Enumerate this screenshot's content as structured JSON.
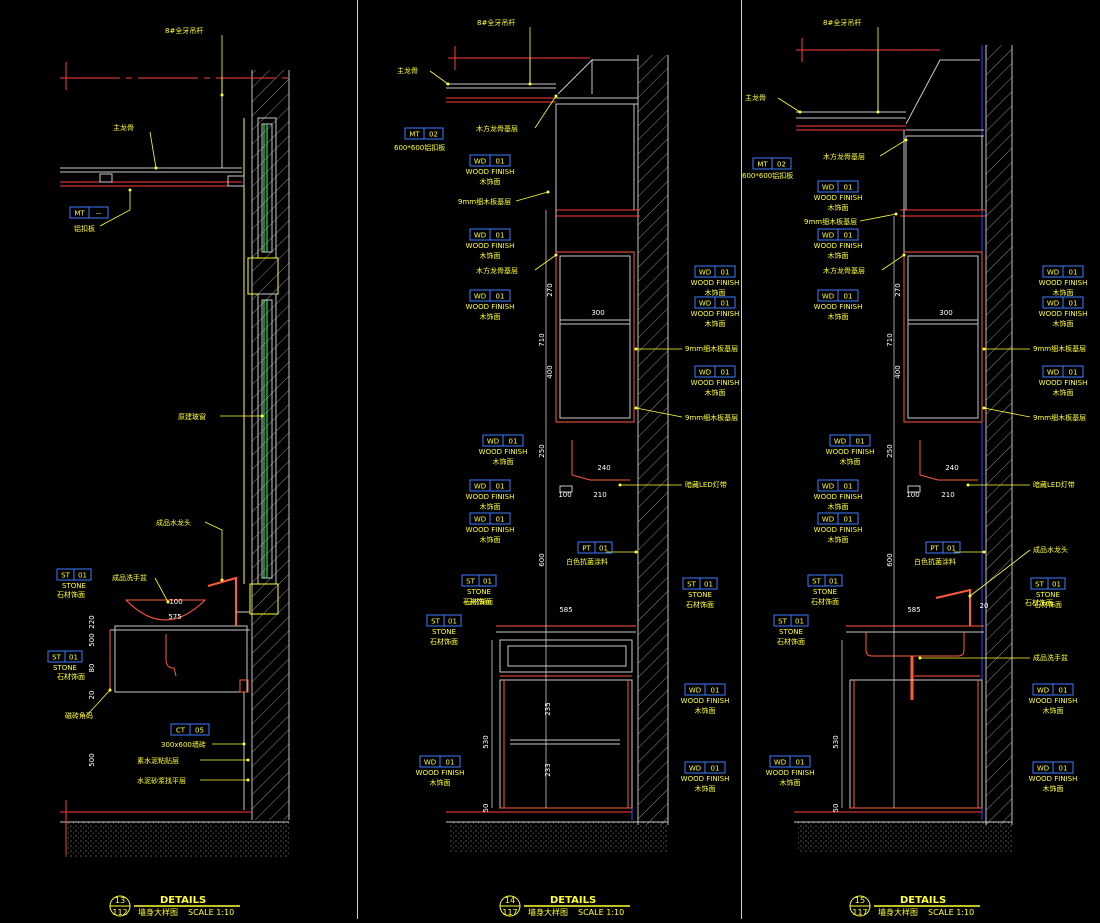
{
  "colors": {
    "background": "#000000",
    "leader": "#ffff33",
    "section_red": "#ff3b3b",
    "wall_gray": "#9a9a9a",
    "glass_green": "#33ff66",
    "tag_blue": "#3b7bff",
    "dimension": "#ffffff",
    "wall_blue": "#2a4bff"
  },
  "panels": [
    {
      "id": "d13",
      "title": "DETAILS",
      "subtitle": "墙身大样图",
      "scale": "SCALE 1:10",
      "bubble_top": "13",
      "bubble_bottom": "112",
      "notes": [
        "8#全牙吊杆",
        "主龙骨",
        "铝扣板",
        "原建玻窗",
        "成品水龙头",
        "成品洗手盆",
        "石材饰面",
        "石材饰面",
        "磁砖角码",
        "300x600墙砖",
        "素水泥粘贴层",
        "水泥砂浆找平层"
      ],
      "tags": [
        {
          "code": "MT",
          "num": "--"
        },
        {
          "code": "ST",
          "num": "01",
          "sub": "STONE"
        },
        {
          "code": "ST",
          "num": "01",
          "sub": "STONE"
        },
        {
          "code": "CT",
          "num": "05"
        }
      ],
      "dims": [
        "500",
        "575",
        "100",
        "500",
        "20",
        "80",
        "220"
      ]
    },
    {
      "id": "d14",
      "title": "DETAILS",
      "subtitle": "墙身大样图",
      "scale": "SCALE 1:10",
      "bubble_top": "14",
      "bubble_bottom": "117",
      "notes": [
        "8#全牙吊杆",
        "主龙骨",
        "600*600铝扣板",
        "木方龙骨基层",
        "9mm细木板基层",
        "木方龙骨基层",
        "9mm细木板基层",
        "9mm细木板基层",
        "暗藏LED灯带",
        "白色抗菌涂料",
        "石材饰面"
      ],
      "tags": [
        {
          "code": "MT",
          "num": "02"
        },
        {
          "code": "WD",
          "num": "01",
          "sub": "WOOD FINISH",
          "cn": "木饰面"
        },
        {
          "code": "WD",
          "num": "01",
          "sub": "WOOD FINISH",
          "cn": "木饰面"
        },
        {
          "code": "WD",
          "num": "01",
          "sub": "WOOD FINISH",
          "cn": "木饰面"
        },
        {
          "code": "WD",
          "num": "01",
          "sub": "WOOD FINISH",
          "cn": "木饰面"
        },
        {
          "code": "WD",
          "num": "01",
          "sub": "WOOD FINISH",
          "cn": "木饰面"
        },
        {
          "code": "WD",
          "num": "01",
          "sub": "WOOD FINISH",
          "cn": "木饰面"
        },
        {
          "code": "WD",
          "num": "01",
          "sub": "WOOD FINISH",
          "cn": "木饰面"
        },
        {
          "code": "PT",
          "num": "01"
        },
        {
          "code": "ST",
          "num": "01",
          "sub": "STONE",
          "cn": "石材饰面"
        },
        {
          "code": "ST",
          "num": "01",
          "sub": "STONE",
          "cn": "石材饰面"
        },
        {
          "code": "ST",
          "num": "01",
          "sub": "STONE",
          "cn": "石材饰面"
        },
        {
          "code": "WD",
          "num": "01",
          "sub": "WOOD FINISH",
          "cn": "木饰面"
        },
        {
          "code": "WD",
          "num": "01",
          "sub": "WOOD FINISH",
          "cn": "木饰面"
        },
        {
          "code": "WD",
          "num": "01",
          "sub": "WOOD FINISH",
          "cn": "木饰面"
        },
        {
          "code": "WD",
          "num": "01",
          "sub": "WOOD FINISH",
          "cn": "木饰面"
        },
        {
          "code": "WD",
          "num": "01",
          "sub": "WOOD FINISH",
          "cn": "木饰面"
        }
      ],
      "dims": [
        "270",
        "300",
        "710",
        "400",
        "250",
        "240",
        "100",
        "210",
        "600",
        "585",
        "235",
        "233",
        "530",
        "50"
      ]
    },
    {
      "id": "d15",
      "title": "DETAILS",
      "subtitle": "墙身大样图",
      "scale": "SCALE 1:10",
      "bubble_top": "15",
      "bubble_bottom": "117",
      "notes": [
        "8#全牙吊杆",
        "主龙骨",
        "600*600铝扣板",
        "木方龙骨基层",
        "9mm细木板基层",
        "木方龙骨基层",
        "9mm细木板基层",
        "9mm细木板基层",
        "暗藏LED灯带",
        "白色抗菌涂料",
        "成品水龙头",
        "成品洗手盆",
        "石材饰面"
      ],
      "tags": [
        {
          "code": "MT",
          "num": "02"
        },
        {
          "code": "WD",
          "num": "01",
          "sub": "WOOD FINISH",
          "cn": "木饰面"
        },
        {
          "code": "WD",
          "num": "01",
          "sub": "WOOD FINISH",
          "cn": "木饰面"
        },
        {
          "code": "WD",
          "num": "01",
          "sub": "WOOD FINISH",
          "cn": "木饰面"
        },
        {
          "code": "WD",
          "num": "01",
          "sub": "WOOD FINISH",
          "cn": "木饰面"
        },
        {
          "code": "WD",
          "num": "01",
          "sub": "WOOD FINISH",
          "cn": "木饰面"
        },
        {
          "code": "WD",
          "num": "01",
          "sub": "WOOD FINISH",
          "cn": "木饰面"
        },
        {
          "code": "WD",
          "num": "01",
          "sub": "WOOD FINISH",
          "cn": "木饰面"
        },
        {
          "code": "PT",
          "num": "01"
        },
        {
          "code": "ST",
          "num": "01",
          "sub": "STONE",
          "cn": "石材饰面"
        },
        {
          "code": "ST",
          "num": "01",
          "sub": "STONE",
          "cn": "石材饰面"
        },
        {
          "code": "ST",
          "num": "01",
          "sub": "STONE",
          "cn": "石材饰面"
        },
        {
          "code": "WD",
          "num": "01",
          "sub": "WOOD FINISH",
          "cn": "木饰面"
        },
        {
          "code": "WD",
          "num": "01",
          "sub": "WOOD FINISH",
          "cn": "木饰面"
        },
        {
          "code": "WD",
          "num": "01",
          "sub": "WOOD FINISH",
          "cn": "木饰面"
        },
        {
          "code": "WD",
          "num": "01",
          "sub": "WOOD FINISH",
          "cn": "木饰面"
        },
        {
          "code": "WD",
          "num": "01",
          "sub": "WOOD FINISH",
          "cn": "木饰面"
        }
      ],
      "dims": [
        "270",
        "300",
        "710",
        "400",
        "250",
        "240",
        "100",
        "210",
        "600",
        "585",
        "530",
        "50",
        "20"
      ]
    }
  ]
}
